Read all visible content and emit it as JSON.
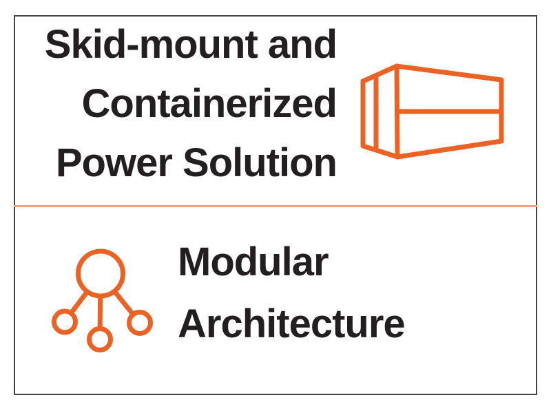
{
  "card": {
    "sections": [
      {
        "name": "skid-mount-containerized",
        "title_lines": [
          "Skid-mount and",
          "Containerized",
          "Power Solution"
        ],
        "icon": "container-icon"
      },
      {
        "name": "modular-architecture",
        "title_lines": [
          "Modular",
          "Architecture"
        ],
        "icon": "modular-network-icon"
      }
    ]
  },
  "colors": {
    "accent": "#EB6324",
    "divider": "#F2A183",
    "border": "#444444",
    "text": "#231F20",
    "background": "#FFFFFF"
  }
}
